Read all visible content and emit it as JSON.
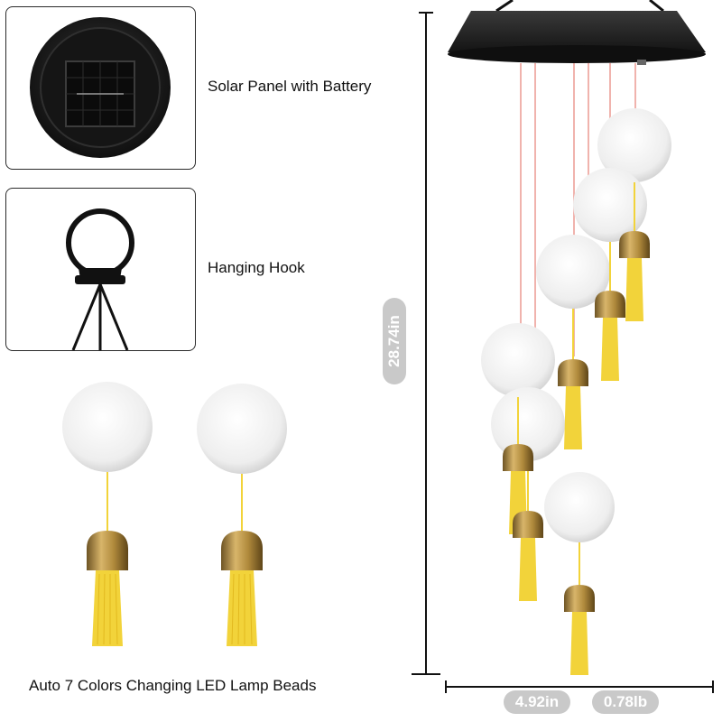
{
  "features": {
    "solar_panel_label": "Solar Panel with Battery",
    "hanging_hook_label": "Hanging Hook",
    "lamp_beads_label": "Auto 7 Colors Changing LED Lamp Beads"
  },
  "dimensions": {
    "height": "28.74in",
    "width": "4.92in",
    "weight": "0.78lb"
  },
  "colors": {
    "ball": "#f4f4f4",
    "bell_gold": "#b08a3c",
    "tassel_yellow": "#f2d33a",
    "string_pink": "#f0b3ad",
    "top_black": "#1a1a1a",
    "pill_gray": "#c9c9c9"
  }
}
